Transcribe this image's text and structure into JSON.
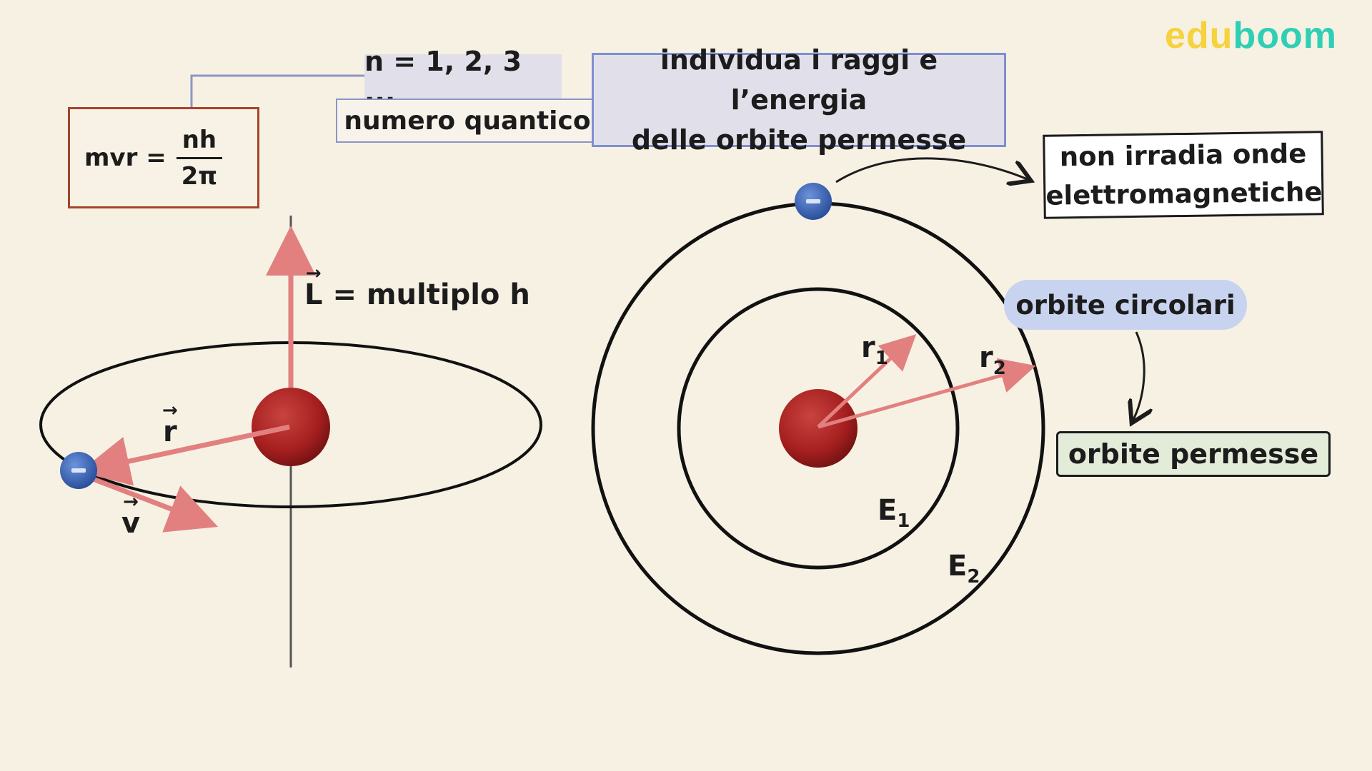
{
  "logo": {
    "part1": "edu",
    "part2": "boom"
  },
  "formula": {
    "left": "mvr =",
    "numerator": "nh",
    "denominator": "2π"
  },
  "quantum": {
    "values": "n = 1, 2, 3 ...",
    "label": "numero quantico"
  },
  "note_top": {
    "line1": "individua i raggi e l’energia",
    "line2": "delle orbite permesse"
  },
  "note_radiation": {
    "line1": "non irradia onde",
    "line2": "elettromagnetiche"
  },
  "note_circular": "orbite circolari",
  "note_allowed": "orbite permesse",
  "left_diagram": {
    "angular_momentum_symbol": "L",
    "angular_momentum_text": "= multiplo h",
    "radius_symbol": "r",
    "velocity_symbol": "v",
    "electron_sign": "−"
  },
  "right_diagram": {
    "r1": "r",
    "r1_sub": "1",
    "r2": "r",
    "r2_sub": "2",
    "e1": "E",
    "e1_sub": "1",
    "e2": "E",
    "e2_sub": "2"
  },
  "colors": {
    "nucleus": "#a51f1f",
    "electron": "#2f5fb8",
    "vector": "#e28080",
    "formula_border": "#a5442a",
    "highlight_blue": "#c8d4ef",
    "highlight_green": "#e2ecd8",
    "logo_yellow": "#f6d23c",
    "logo_teal": "#2fcfb4"
  }
}
